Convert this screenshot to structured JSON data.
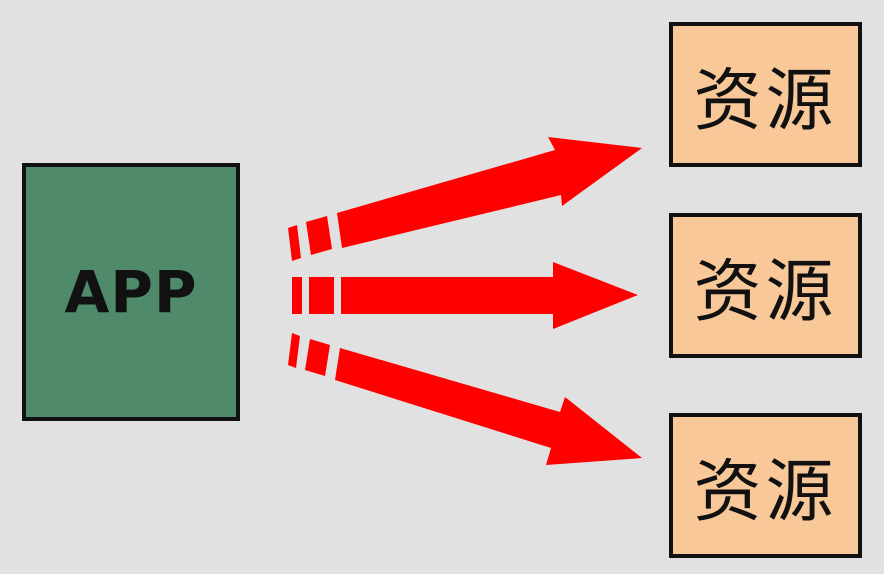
{
  "app": {
    "label": "APP",
    "fill_color": "#4f8a6b"
  },
  "resources": [
    {
      "label": "资源"
    },
    {
      "label": "资源"
    },
    {
      "label": "资源"
    }
  ],
  "colors": {
    "background": "#e1e1e1",
    "resource_fill": "#f8c899",
    "arrow": "#ff0000",
    "border": "#111111"
  }
}
